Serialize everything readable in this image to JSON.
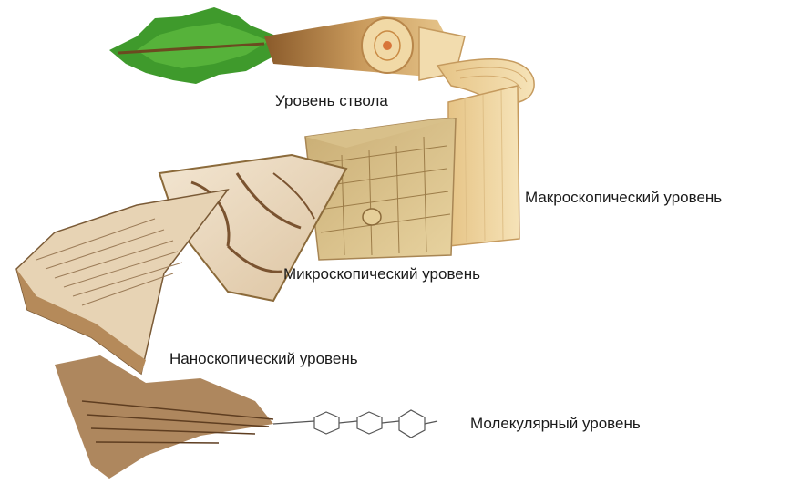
{
  "labels": {
    "trunk": "Уровень ствола",
    "macro": "Макроскопический уровень",
    "micro": "Микроскопический уровень",
    "nano": "Наноскопический уровень",
    "molecular": "Молекулярный уровень"
  },
  "colors": {
    "leaf": "#3f9a2c",
    "wood_light": "#f0d9a8",
    "wood_mid": "#d9b77a",
    "wood_dark": "#9b6a38",
    "cell": "#c9a27a",
    "fibril": "#7a5330",
    "text": "#1a1a1a"
  }
}
